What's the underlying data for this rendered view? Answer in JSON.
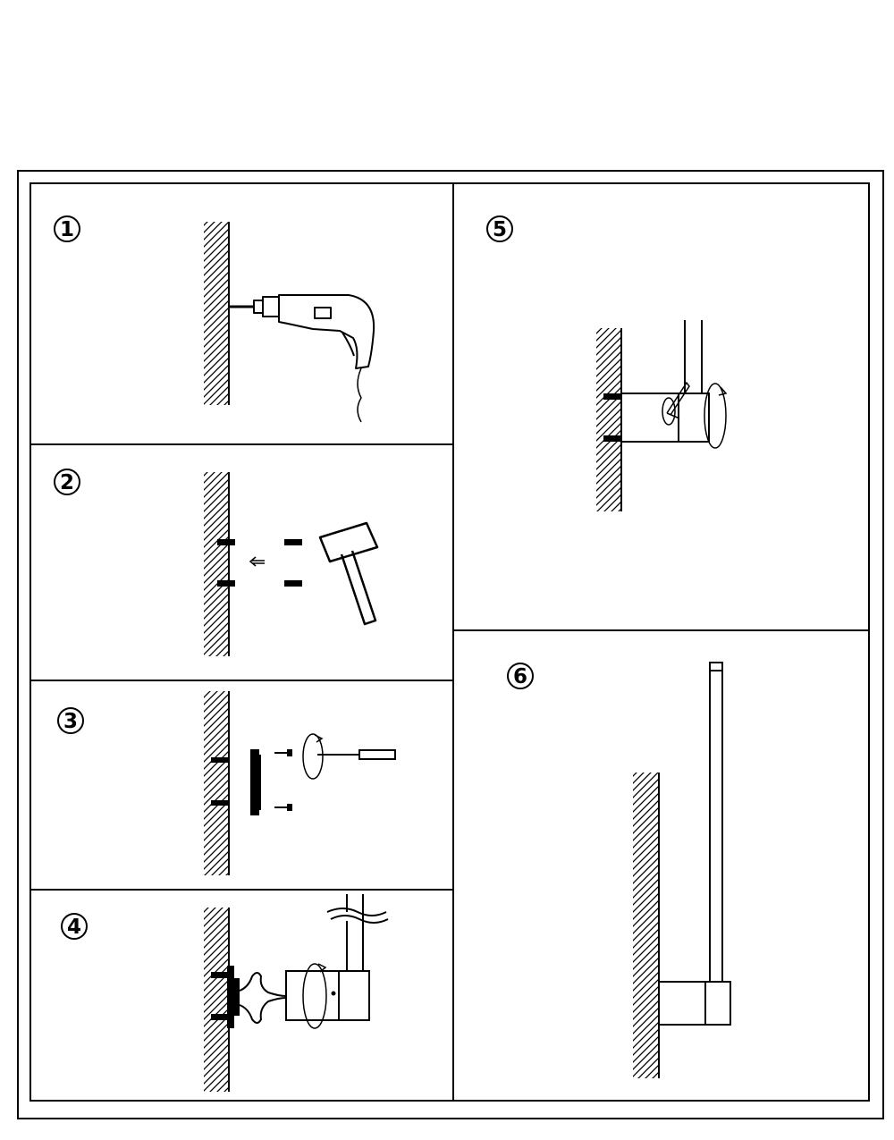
{
  "steps": [
    {
      "id": 1,
      "label": "1",
      "action": "drill-holes"
    },
    {
      "id": 2,
      "label": "2",
      "action": "insert-wall-plugs"
    },
    {
      "id": 3,
      "label": "3",
      "action": "screw-mounting-plate"
    },
    {
      "id": 4,
      "label": "4",
      "action": "connect-wires-and-attach-lamp"
    },
    {
      "id": 5,
      "label": "5",
      "action": "tighten-set-screw-with-allen-key"
    },
    {
      "id": 6,
      "label": "6",
      "action": "installed-wall-lamp"
    }
  ],
  "colors": {
    "line": "#000000",
    "background": "#ffffff",
    "hatch": "#000000",
    "speckle": "#999999"
  }
}
